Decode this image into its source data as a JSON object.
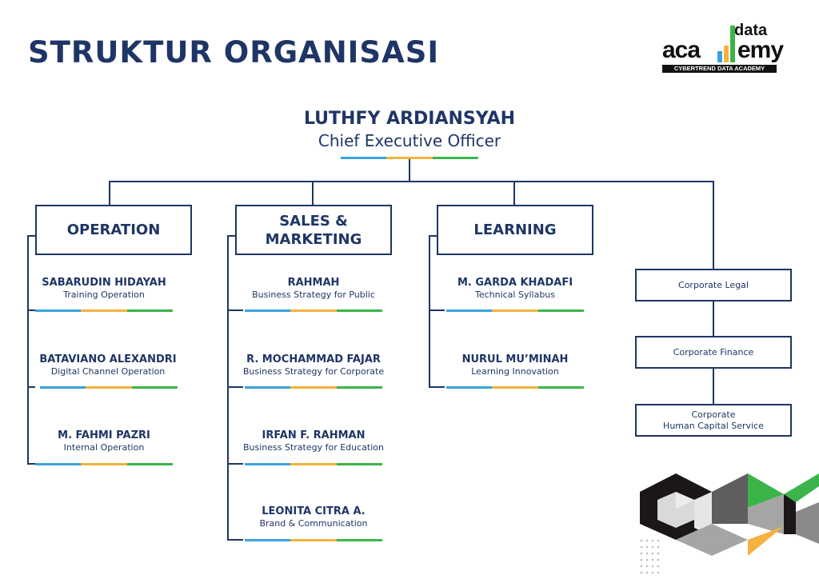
{
  "title": "STRUKTUR ORGANISASI",
  "logo": {
    "top": "data",
    "main": "academy",
    "tagline": "CYBERTREND DATA ACADEMY"
  },
  "ceo": {
    "name": "LUTHFY ARDIANSYAH",
    "role": "Chief Executive Officer"
  },
  "departments": [
    {
      "name": "OPERATION",
      "members": [
        {
          "name": "SABARUDIN HIDAYAH",
          "role": "Training Operation"
        },
        {
          "name": "BATAVIANO ALEXANDRI",
          "role": "Digital Channel Operation"
        },
        {
          "name": "M. FAHMI PAZRI",
          "role": "Internal Operation"
        }
      ]
    },
    {
      "name": "SALES & MARKETING",
      "members": [
        {
          "name": "RAHMAH",
          "role": "Business Strategy for Public"
        },
        {
          "name": "R. MOCHAMMAD FAJAR",
          "role": "Business Strategy for Corporate"
        },
        {
          "name": "IRFAN F. RAHMAN",
          "role": "Business Strategy for Education"
        },
        {
          "name": "LEONITA CITRA A.",
          "role": "Brand & Communication"
        }
      ]
    },
    {
      "name": "LEARNING",
      "members": [
        {
          "name": "M. GARDA KHADAFI",
          "role": "Technical Syllabus"
        },
        {
          "name": "NURUL MU’MINAH",
          "role": "Learning Innovation"
        }
      ]
    }
  ],
  "corporate": [
    "Corporate Legal",
    "Corporate Finance",
    "Corporate\nHuman Capital Service"
  ],
  "colors": {
    "navy": "#1f3566",
    "blue": "#3aa3dc",
    "orange": "#f6b13e",
    "green": "#3bb54a"
  }
}
